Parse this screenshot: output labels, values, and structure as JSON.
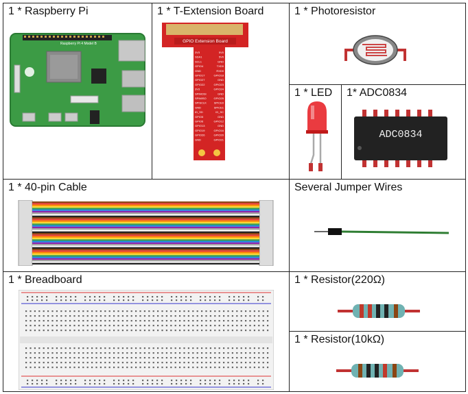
{
  "components": {
    "raspberry_pi": "1 * Raspberry Pi",
    "t_extension": "1 * T-Extension Board",
    "photoresistor": "1 * Photoresistor",
    "led": "1 * LED",
    "adc0834": "1* ADC0834",
    "cable": "1 * 40-pin Cable",
    "jumper": "Several Jumper Wires",
    "breadboard": "1 * Breadboard",
    "resistor_220": "1 * Resistor(220Ω)",
    "resistor_10k": "1 * Resistor(10kΩ)"
  },
  "board_text": {
    "gpio_title": "GPIO Extension Board",
    "left_pins": [
      "3V3",
      "SDA1",
      "SCL1",
      "GPIO4",
      "GND",
      "GPIO17",
      "GPIO27",
      "GPIO22",
      "3V3",
      "SPIMOSI",
      "SPIMISO",
      "SPISCLK",
      "GND",
      "ID_SD",
      "GPIO5",
      "GPIO6",
      "GPIO13",
      "GPIO19",
      "GPIO26",
      "GND"
    ],
    "right_pins": [
      "5V0",
      "5V0",
      "GND",
      "TXD0",
      "RXD0",
      "GPIO18",
      "GND",
      "GPIO23",
      "GPIO24",
      "GND",
      "GPIO25",
      "SPICE0",
      "SPICE1",
      "ID_SC",
      "GND",
      "GPIO12",
      "GND",
      "GPIO16",
      "GPIO20",
      "GPIO21"
    ],
    "adc_chip_text": "ADC0834",
    "pi_logo_text": "Raspberry Pi 4 Model B"
  },
  "colors": {
    "pcb_green": "#3c9b45",
    "pcb_red": "#d32424",
    "border": "#222222"
  }
}
